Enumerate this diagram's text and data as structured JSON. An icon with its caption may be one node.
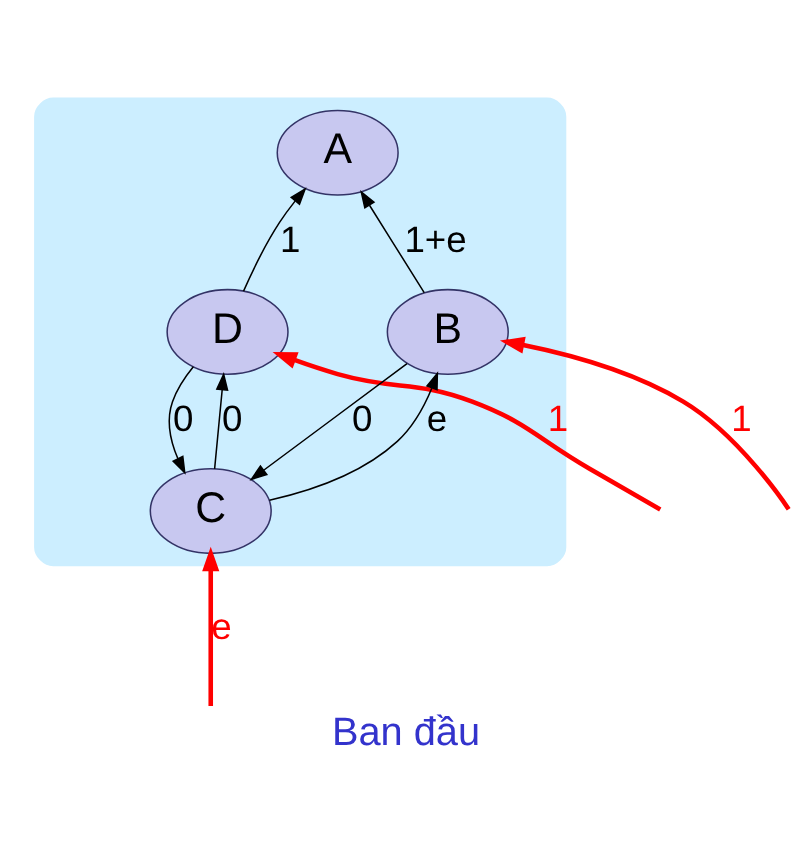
{
  "diagram": {
    "caption": "Ban đầu",
    "nodes": [
      {
        "text": [],
        "shape": "cloud"
      },
      {
        "text": [
          "A"
        ],
        "in": 0
      },
      {
        "text": [
          "D"
        ],
        "in": 0
      },
      {
        "text": [
          "B"
        ],
        "in": 0
      },
      {
        "text": [
          "C"
        ],
        "in": 0
      }
    ],
    "edges": [
      {
        "from": 2,
        "to": 1,
        "arrow": "to",
        "label": "1"
      },
      {
        "from": 3,
        "to": 1,
        "arrow": "to",
        "label": "1+e"
      },
      {
        "from": 4,
        "to": 2,
        "arrow": "to",
        "label": "0"
      },
      {
        "from": 2,
        "to": 4,
        "arrow": "to",
        "label": "0"
      },
      {
        "from": 3,
        "to": 4,
        "arrow": "to",
        "label": "0"
      },
      {
        "from": 4,
        "to": 3,
        "arrow": "to",
        "label": "e"
      },
      {
        "from": null,
        "to": 2,
        "arrow": "to",
        "label": "1",
        "color": "#ff0000",
        "style": "thick"
      },
      {
        "from": null,
        "to": 3,
        "arrow": "to",
        "label": "1",
        "color": "#ff0000",
        "style": "thick"
      },
      {
        "from": null,
        "to": 4,
        "arrow": "to",
        "label": "e",
        "color": "#ff0000",
        "style": "thick"
      }
    ]
  }
}
